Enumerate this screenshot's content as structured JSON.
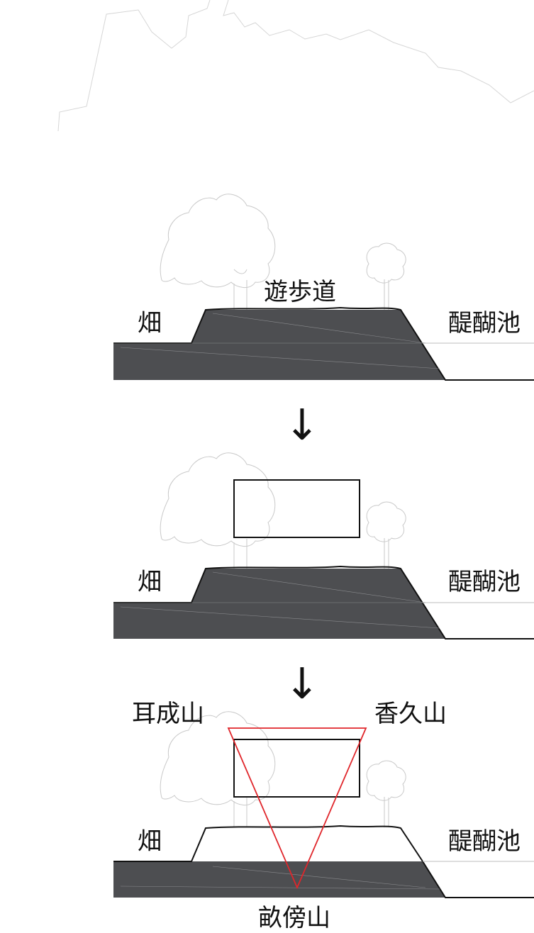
{
  "colors": {
    "earth": "#4d4e51",
    "outline": "#111111",
    "sketch": "#c9c9c9",
    "triangle": "#e0262b",
    "background": "#ffffff"
  },
  "panels": [
    {
      "field_label": "畑",
      "pond_label": "醍醐池",
      "path_label": "遊歩道",
      "arrow_glyph": "↓"
    },
    {
      "field_label": "畑",
      "pond_label": "醍醐池",
      "arrow_glyph": "↓"
    },
    {
      "field_label": "畑",
      "pond_label": "醍醐池",
      "mountain_left": "耳成山",
      "mountain_right": "香久山",
      "mountain_bottom": "畝傍山"
    }
  ]
}
